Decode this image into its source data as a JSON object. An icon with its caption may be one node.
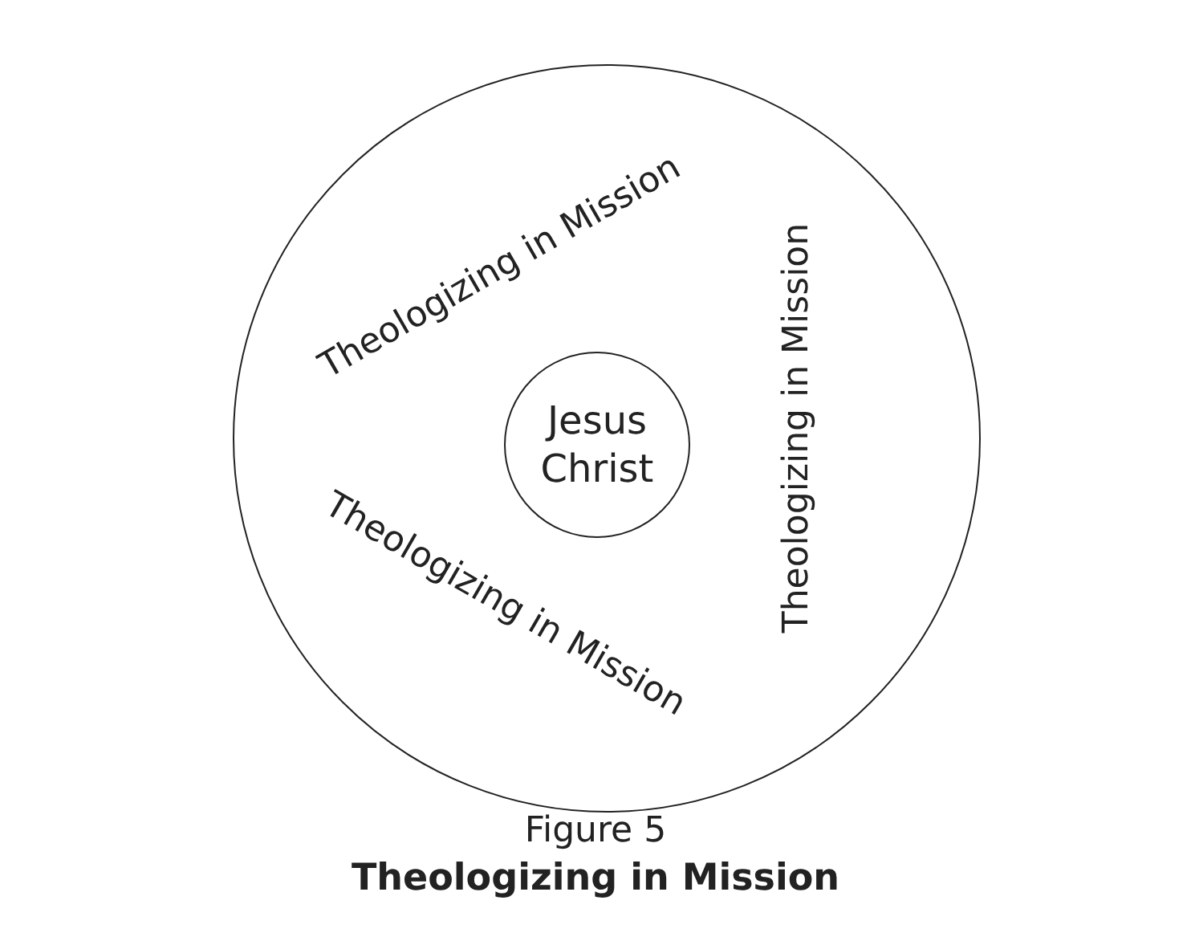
{
  "diagram": {
    "title": "Theologizing in Mission",
    "caption": "Figure 5",
    "nodes": [
      {
        "text": [
          "Theologizing in Mission",
          "Theologizing in Mission",
          "Theologizing in Mission"
        ]
      },
      {
        "text": [
          "Jesus Christ"
        ],
        "in": 0
      }
    ]
  }
}
